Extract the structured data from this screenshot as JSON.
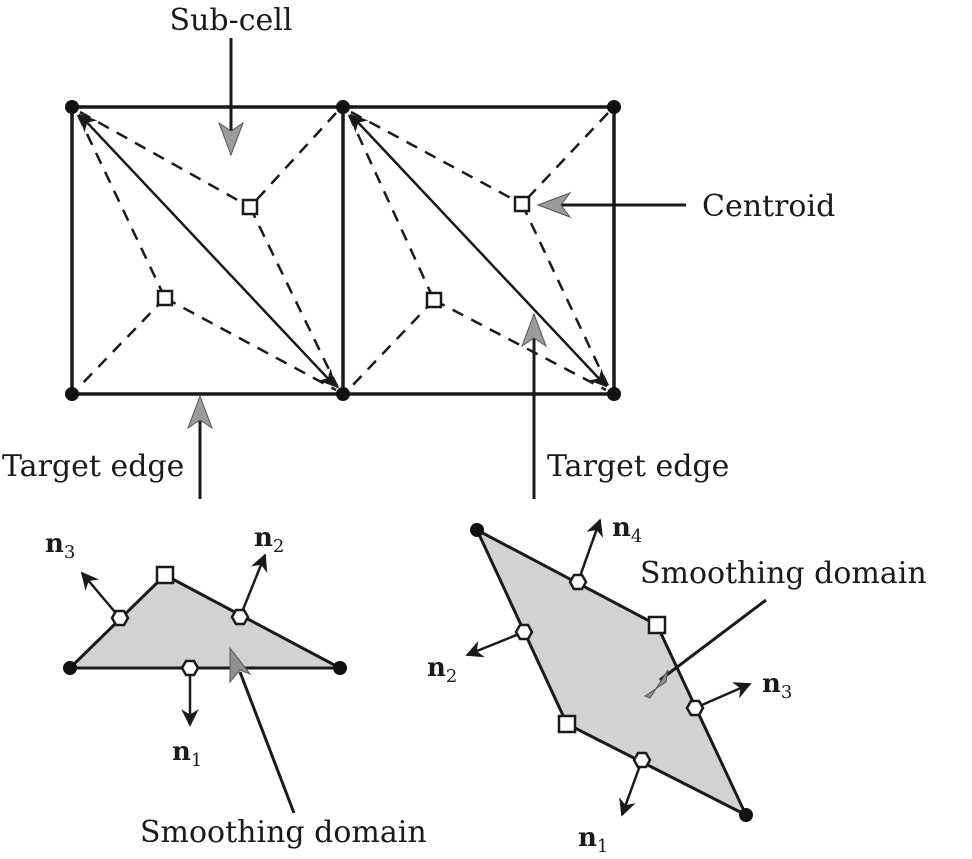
{
  "labels": {
    "sub_cell": "Sub-cell",
    "centroid": "Centroid",
    "target_edge_left": "Target edge",
    "target_edge_right": "Target edge",
    "smoothing_domain_left": "Smoothing domain",
    "smoothing_domain_right": "Smoothing domain"
  },
  "normals_left": [
    {
      "base": "n",
      "sub": "1"
    },
    {
      "base": "n",
      "sub": "2"
    },
    {
      "base": "n",
      "sub": "3"
    }
  ],
  "normals_right": [
    {
      "base": "n",
      "sub": "1"
    },
    {
      "base": "n",
      "sub": "2"
    },
    {
      "base": "n",
      "sub": "3"
    },
    {
      "base": "n",
      "sub": "4"
    }
  ],
  "colors": {
    "line": "#1a1a1a",
    "domain_fill": "#d1d2d4",
    "pointer_head": "#9a9b9d",
    "node": "#111111"
  }
}
